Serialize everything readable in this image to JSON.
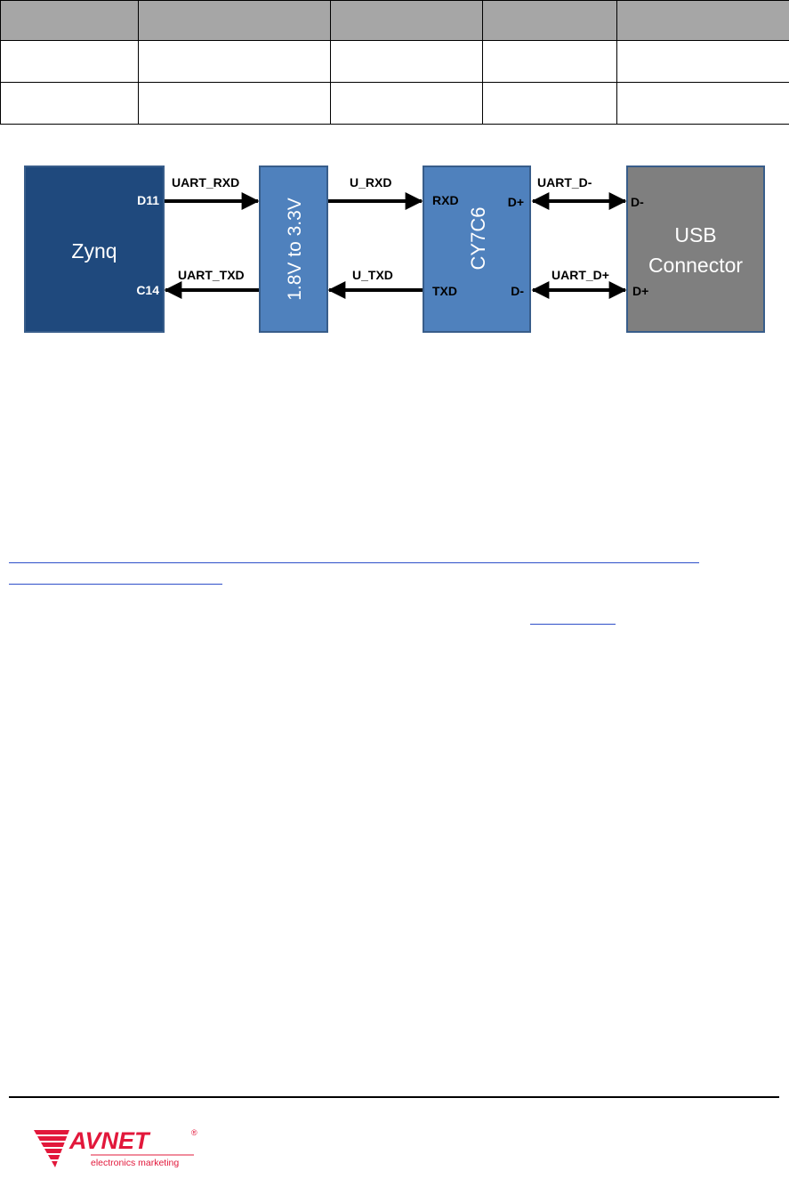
{
  "table": {
    "columns": 5,
    "body_rows": 2
  },
  "diagram": {
    "blocks": {
      "zynq": "Zynq",
      "level_shifter": "1.8V to 3.3V",
      "bridge": "CY7C6",
      "usb_line1": "USB",
      "usb_line2": "Connector"
    },
    "pins": {
      "zynq_d11": "D11",
      "zynq_c14": "C14",
      "bridge_rxd": "RXD",
      "bridge_txd": "TXD",
      "bridge_dplus": "D+",
      "bridge_dminus": "D-",
      "usb_dminus": "D-",
      "usb_dplus": "D+"
    },
    "signals": {
      "uart_rxd": "UART_RXD",
      "uart_txd": "UART_TXD",
      "u_rxd": "U_RXD",
      "u_txd": "U_TXD",
      "uart_dminus": "UART_D-",
      "uart_dplus": "UART_D+"
    },
    "colors": {
      "zynq": "#1f497d",
      "bridge": "#4f81bd",
      "usb": "#7f7f7f",
      "border": "#385d8a"
    }
  },
  "footer": {
    "logo_brand": "AVNET",
    "logo_subtitle": "electronics marketing",
    "logo_mark": "®",
    "logo_color": "#e2183b"
  }
}
